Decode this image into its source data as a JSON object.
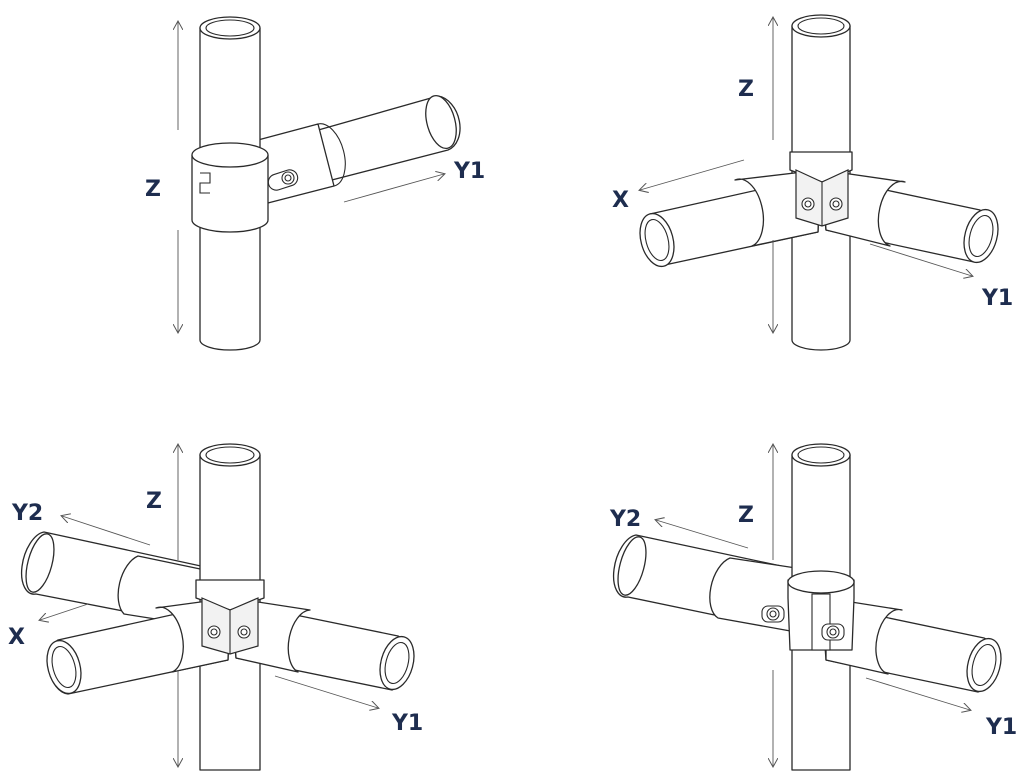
{
  "label_color": "#1e2d4f",
  "fittings": [
    {
      "name": "t-fitting",
      "labels": {
        "z": "Z",
        "y1": "Y1"
      }
    },
    {
      "name": "corner-3way",
      "labels": {
        "z": "Z",
        "x": "X",
        "y1": "Y1"
      }
    },
    {
      "name": "cross-5way",
      "labels": {
        "z": "Z",
        "y2": "Y2",
        "x": "X",
        "y1": "Y1"
      }
    },
    {
      "name": "cross-4way",
      "labels": {
        "z": "Z",
        "y2": "Y2",
        "y1": "Y1"
      }
    }
  ]
}
